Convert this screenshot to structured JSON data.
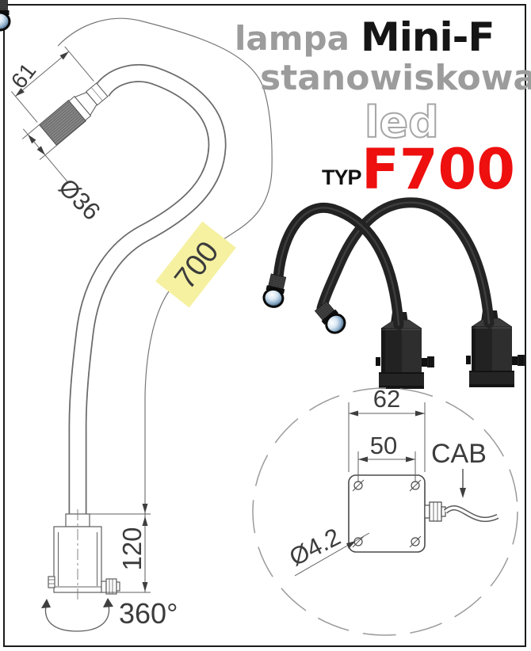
{
  "title": {
    "product_type": "lampa",
    "product_name": "Mini-F",
    "subtitle": "stanowiskowa",
    "tech": "led",
    "type_label": "TYP",
    "type_value": "F700"
  },
  "side_view": {
    "head_length": "61",
    "head_diameter": "Ø36",
    "arm_length": "700",
    "base_height": "120",
    "base_rotation": "360°"
  },
  "detail_view": {
    "plate_width": "62",
    "hole_spacing": "50",
    "hole_diameter": "Ø4.2",
    "cable_label": "CAB"
  },
  "colors": {
    "type_red": "#ee0f0f",
    "title_gray": "#9c9c9c",
    "highlight_yellow": "#f5f1a1",
    "drawing_line": "#5f5f5f",
    "dim_text": "#3c3c3c"
  }
}
